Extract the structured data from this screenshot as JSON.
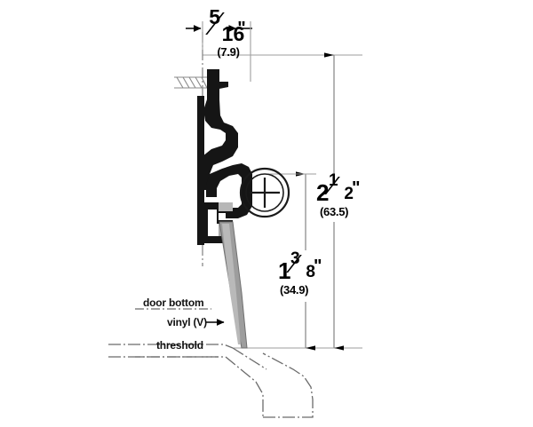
{
  "drawing": {
    "title": "door bottom sweep cross-section",
    "background_color": "#ffffff",
    "line_color": "#000000",
    "profile_color": "#111111",
    "vinyl_color": "#9a9a9a",
    "phantom_color": "#555555"
  },
  "dimensions": {
    "width": {
      "name": "overall-width",
      "whole": "",
      "numerator": "5",
      "denominator": "16",
      "inch_mark": "\"",
      "metric": "(7.9)",
      "orientation": "horizontal"
    },
    "height_total": {
      "name": "overall-height",
      "whole": "2",
      "numerator": "1",
      "denominator": "2",
      "inch_mark": "\"",
      "metric": "(63.5)",
      "orientation": "vertical"
    },
    "height_inner": {
      "name": "drop-height",
      "whole": "1",
      "numerator": "3",
      "denominator": "8",
      "inch_mark": "\"",
      "metric": "(34.9)",
      "orientation": "vertical"
    }
  },
  "callouts": {
    "door_bottom": "door bottom",
    "vinyl_label": "vinyl (",
    "vinyl_code": "V",
    "vinyl_label_end": ")",
    "threshold": "threshold"
  },
  "symbols": {
    "center_mark": "center-mark-crosshair",
    "fastener": "screw-hatch"
  }
}
